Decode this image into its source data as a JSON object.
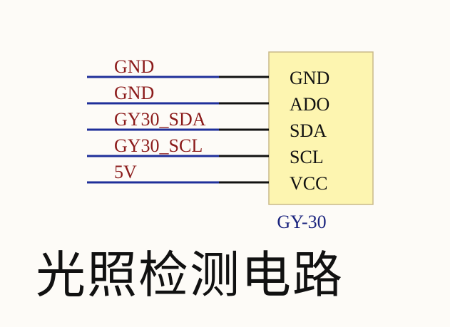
{
  "component": {
    "designator": "GY-30",
    "pins": [
      {
        "pin": "GND",
        "net": "GND"
      },
      {
        "pin": "ADO",
        "net": "GND"
      },
      {
        "pin": "SDA",
        "net": "GY30_SDA"
      },
      {
        "pin": "SCL",
        "net": "GY30_SCL"
      },
      {
        "pin": "VCC",
        "net": "5V"
      }
    ]
  },
  "caption": "光照检测电路",
  "colors": {
    "wire": "#1f2f9a",
    "pin": "#111111",
    "net_label": "#8b1a1a",
    "component_fill": "#fdf5b0",
    "component_border": "#c9b98a",
    "designator": "#1a237e"
  }
}
